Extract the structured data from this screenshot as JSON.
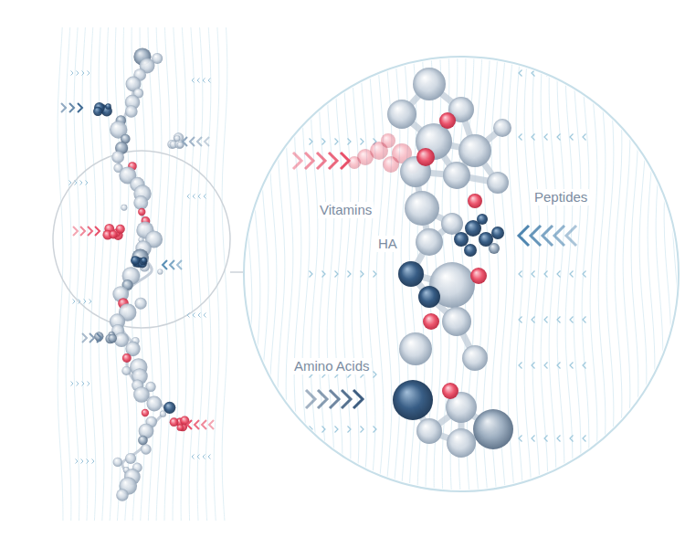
{
  "diagram": {
    "labels": [
      "Vitamins",
      "HA",
      "Peptides",
      "Amino Acids"
    ]
  }
}
